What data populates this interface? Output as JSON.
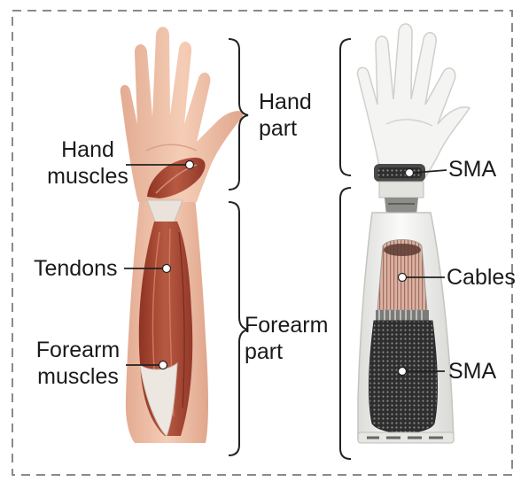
{
  "human_arm": {
    "hand_muscles": [
      "Hand",
      "muscles"
    ],
    "tendons": "Tendons",
    "forearm_muscles": [
      "Forearm",
      "muscles"
    ]
  },
  "groups": {
    "hand_part": [
      "Hand",
      "part"
    ],
    "forearm_part": [
      "Forearm",
      "part"
    ]
  },
  "robotic_arm": {
    "sma_hand": "SMA",
    "cables": "Cables",
    "sma_forearm": "SMA"
  },
  "colors": {
    "skin": "#f0c2a8",
    "muscle": "#a8432e",
    "tendon": "#e7e2dc",
    "robot_shell": "#f1f1ef",
    "sma_mesh": "#3c3c3c",
    "cable": "#c89b8c",
    "dashed_border": "#8a8a8a"
  }
}
